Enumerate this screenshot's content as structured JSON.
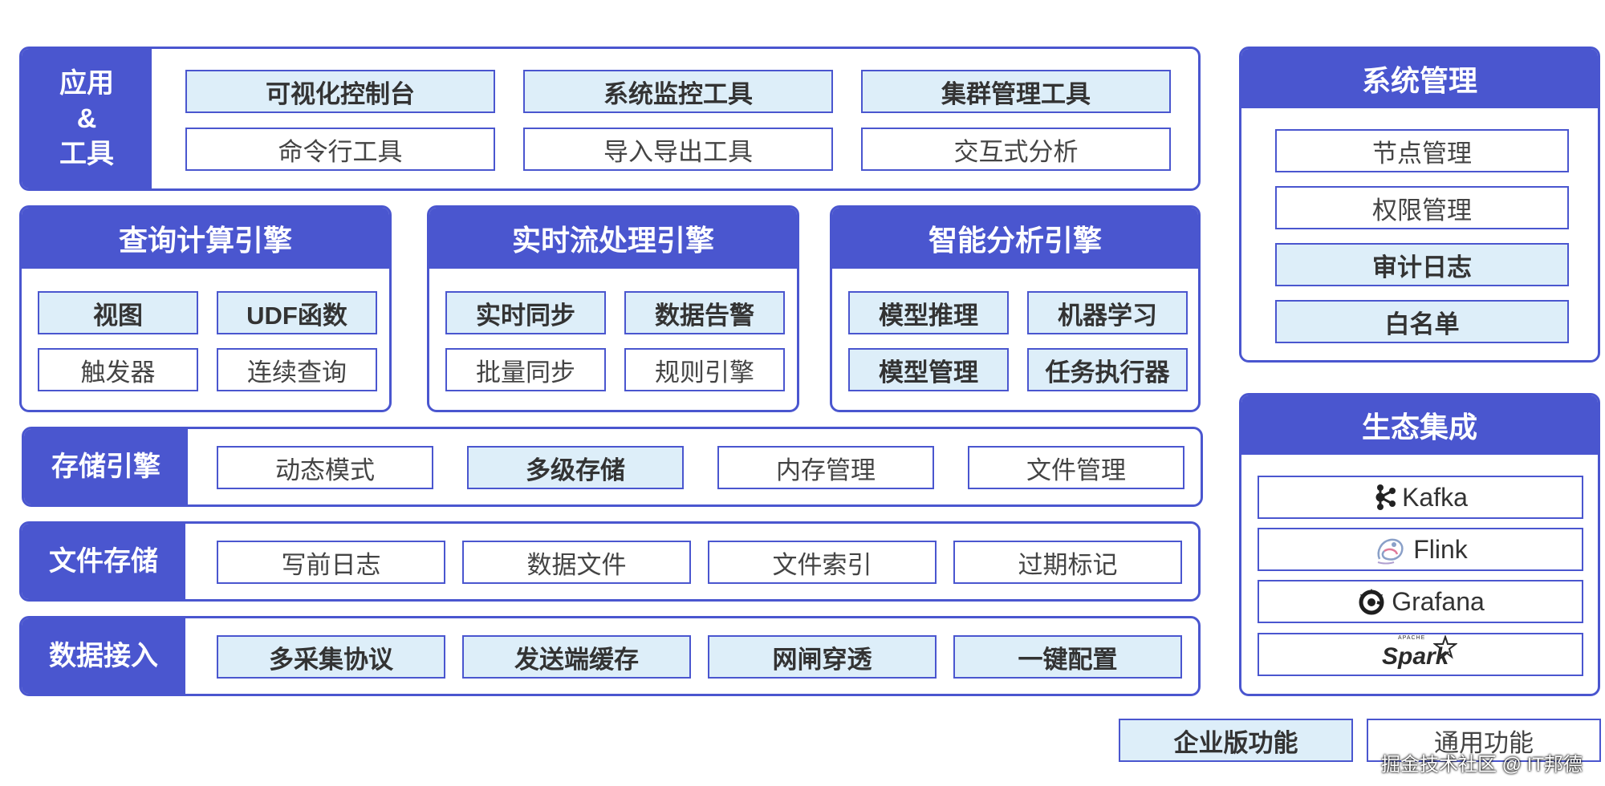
{
  "apps": {
    "label": "应用\n&\n工具",
    "items": [
      {
        "text": "可视化控制台",
        "enterprise": true
      },
      {
        "text": "系统监控工具",
        "enterprise": true
      },
      {
        "text": "集群管理工具",
        "enterprise": true
      },
      {
        "text": "命令行工具",
        "enterprise": false
      },
      {
        "text": "导入导出工具",
        "enterprise": false
      },
      {
        "text": "交互式分析",
        "enterprise": false
      }
    ]
  },
  "engines": [
    {
      "title": "查询计算引擎",
      "items": [
        {
          "text": "视图",
          "enterprise": true
        },
        {
          "text": "UDF函数",
          "enterprise": true
        },
        {
          "text": "触发器",
          "enterprise": false
        },
        {
          "text": "连续查询",
          "enterprise": false
        }
      ]
    },
    {
      "title": "实时流处理引擎",
      "items": [
        {
          "text": "实时同步",
          "enterprise": true
        },
        {
          "text": "数据告警",
          "enterprise": true
        },
        {
          "text": "批量同步",
          "enterprise": false
        },
        {
          "text": "规则引擎",
          "enterprise": false
        }
      ]
    },
    {
      "title": "智能分析引擎",
      "items": [
        {
          "text": "模型推理",
          "enterprise": true
        },
        {
          "text": "机器学习",
          "enterprise": true
        },
        {
          "text": "模型管理",
          "enterprise": true
        },
        {
          "text": "任务执行器",
          "enterprise": true
        }
      ]
    }
  ],
  "storage_engine": {
    "label": "存储引擎",
    "items": [
      {
        "text": "动态模式",
        "enterprise": false
      },
      {
        "text": "多级存储",
        "enterprise": true
      },
      {
        "text": "内存管理",
        "enterprise": false
      },
      {
        "text": "文件管理",
        "enterprise": false
      }
    ]
  },
  "file_storage": {
    "label": "文件存储",
    "items": [
      {
        "text": "写前日志",
        "enterprise": false
      },
      {
        "text": "数据文件",
        "enterprise": false
      },
      {
        "text": "文件索引",
        "enterprise": false
      },
      {
        "text": "过期标记",
        "enterprise": false
      }
    ]
  },
  "data_ingest": {
    "label": "数据接入",
    "items": [
      {
        "text": "多采集协议",
        "enterprise": true
      },
      {
        "text": "发送端缓存",
        "enterprise": true
      },
      {
        "text": "网闸穿透",
        "enterprise": true
      },
      {
        "text": "一键配置",
        "enterprise": true
      }
    ]
  },
  "system_mgmt": {
    "title": "系统管理",
    "items": [
      {
        "text": "节点管理",
        "enterprise": false
      },
      {
        "text": "权限管理",
        "enterprise": false
      },
      {
        "text": "审计日志",
        "enterprise": true
      },
      {
        "text": "白名单",
        "enterprise": true
      }
    ]
  },
  "ecosystem": {
    "title": "生态集成",
    "items": [
      {
        "text": "Kafka",
        "icon": "kafka-icon"
      },
      {
        "text": "Flink",
        "icon": "flink-icon"
      },
      {
        "text": "Grafana",
        "icon": "grafana-icon"
      },
      {
        "text": "Spark",
        "icon": "spark-logo",
        "apache": "APACHE"
      }
    ]
  },
  "legend": {
    "enterprise": "企业版功能",
    "general": "通用功能"
  },
  "watermark": "掘金技术社区 @ IT邦德",
  "colors": {
    "primary": "#4a56cf",
    "enterprise_fill": "#ddeef9",
    "general_fill": "#ffffff"
  }
}
